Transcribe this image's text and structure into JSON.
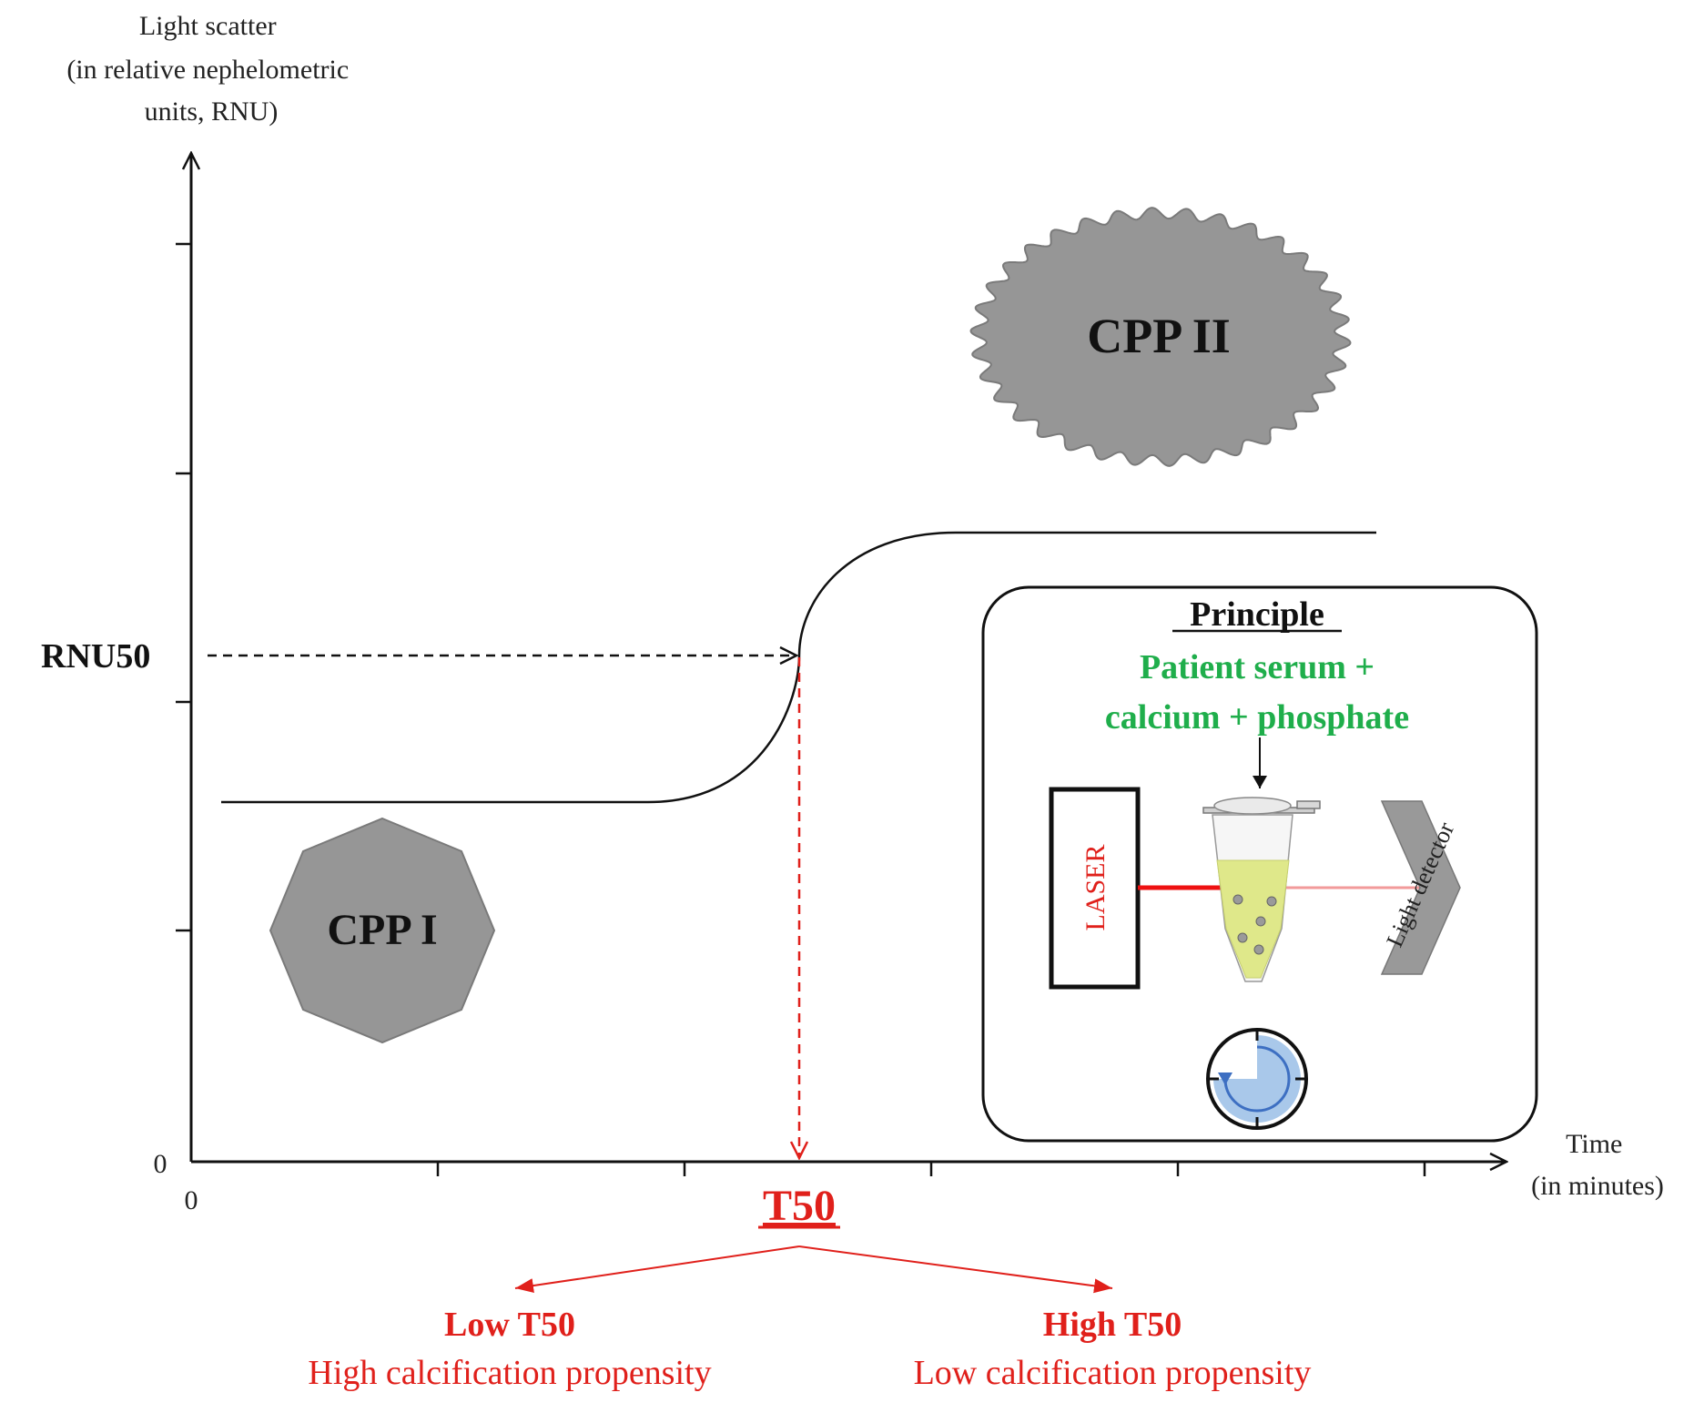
{
  "y_axis": {
    "label_lines": [
      "Light scatter",
      "(in relative nephelometric",
      "units, RNU)"
    ],
    "zero_label": "0",
    "rnu50_label": "RNU50"
  },
  "x_axis": {
    "label_lines": [
      "Time",
      "(in minutes)"
    ],
    "zero_label": "0",
    "t50_label": "T50"
  },
  "particles": {
    "cpp1_label": "CPP I",
    "cpp2_label": "CPP II"
  },
  "principle": {
    "title": "Principle",
    "reagent_lines": [
      "Patient serum +",
      "calcium + phosphate"
    ],
    "laser_label": "LASER",
    "detector_label": "Light detector"
  },
  "outcomes": {
    "low": {
      "title": "Low T50",
      "desc": "High calcification propensity"
    },
    "high": {
      "title": "High T50",
      "desc": "Low calcification propensity"
    }
  },
  "colors": {
    "axis": "#111111",
    "curve": "#111111",
    "red": "#e0201b",
    "green": "#1fae4b",
    "particle_fill": "#969696",
    "particle_stroke": "#7a7a7a",
    "tube_liquid": "#dfe88a",
    "laser_beam": "#ee1111",
    "scatter_beam": "#f29a9a",
    "clock_fill": "#a9c8ea",
    "clock_arrow": "#3d6fc2"
  }
}
